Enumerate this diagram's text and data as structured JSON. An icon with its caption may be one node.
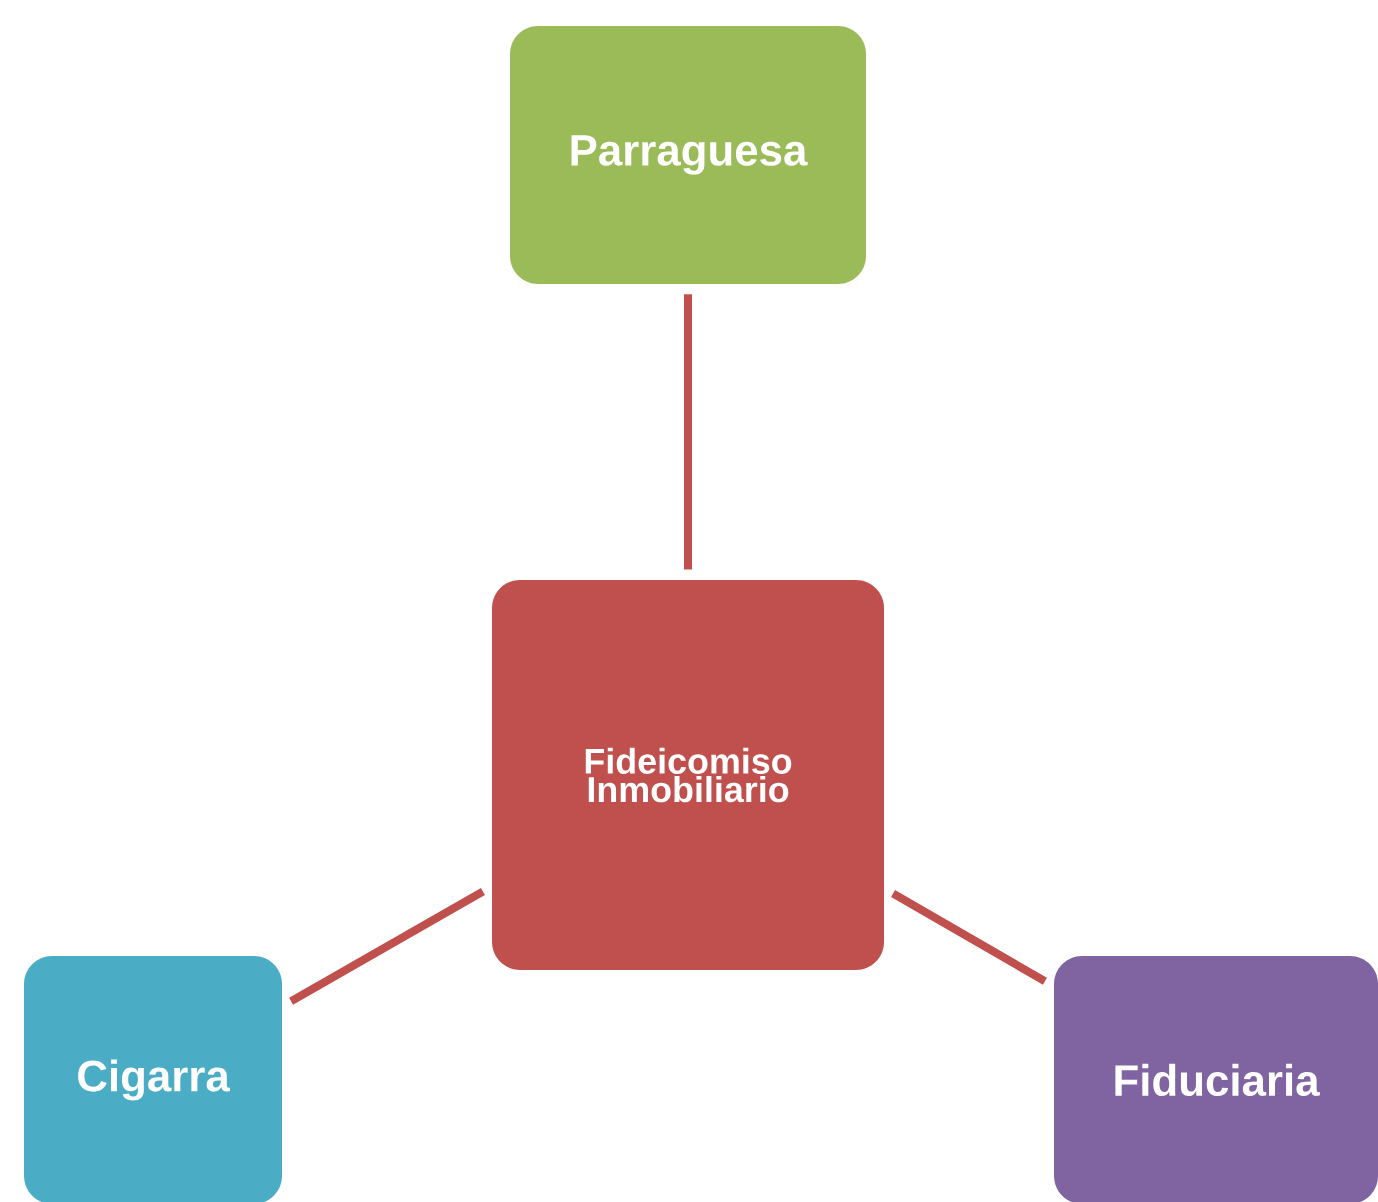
{
  "diagram": {
    "nodes": [
      {
        "text": [
          "Parraguesa"
        ]
      },
      {
        "text": [
          "Fideicomiso Inmobiliario"
        ]
      },
      {
        "text": [
          "Cigarra"
        ]
      },
      {
        "text": [
          "Fiduciaria"
        ]
      }
    ],
    "edges": [
      {
        "from": 0,
        "to": 1,
        "arrow": "none"
      },
      {
        "from": 1,
        "to": 2,
        "arrow": "none"
      },
      {
        "from": 1,
        "to": 3,
        "arrow": "none"
      }
    ]
  }
}
